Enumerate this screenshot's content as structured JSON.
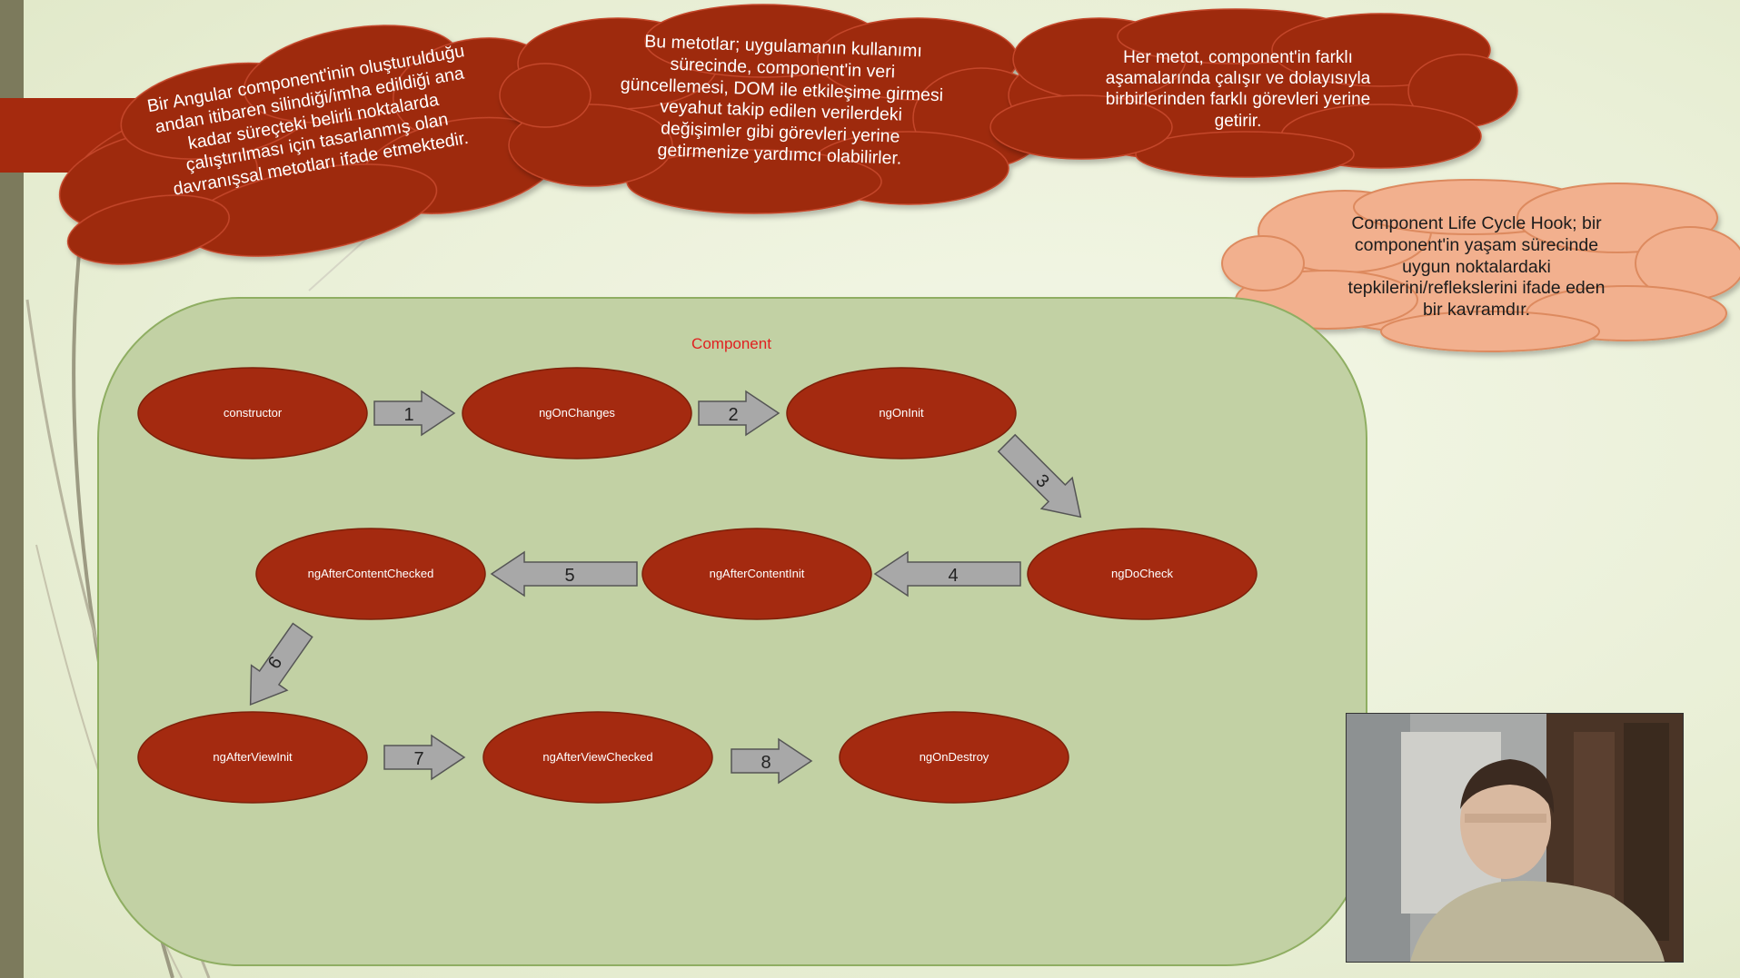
{
  "slide": {
    "clouds": [
      {
        "id": "intro",
        "lines": [
          "Bir Angular component'inin oluşturulduğu",
          "andan itibaren silindiği/imha edildiği ana",
          "kadar süreçteki belirli noktalarda",
          "çalıştırılması için tasarlanmış olan",
          "davranışsal metotları ifade etmektedir."
        ]
      },
      {
        "id": "purpose",
        "lines": [
          "Bu metotlar; uygulamanın kullanımı",
          "sürecinde, component'in veri",
          "güncellemesi, DOM ile etkileşime girmesi",
          "veyahut takip edilen verilerdeki",
          "değişimler gibi görevleri yerine",
          "getirmenize yardımcı olabilirler."
        ]
      },
      {
        "id": "phases",
        "lines": [
          "Her metot, component'in farklı",
          "aşamalarında çalışır ve dolayısıyla",
          "birbirlerinden farklı görevleri yerine",
          "getirir."
        ]
      },
      {
        "id": "definition",
        "lines": [
          "Component Life Cycle Hook; bir",
          "component'in yaşam sürecinde",
          "uygun noktalardaki",
          "tepkilerini/reflekslerini ifade eden",
          "bir kavramdır."
        ]
      }
    ],
    "component_label": "Component",
    "hooks": {
      "constructor": "constructor",
      "ngOnChanges": "ngOnChanges",
      "ngOnInit": "ngOnInit",
      "ngDoCheck": "ngDoCheck",
      "ngAfterContentInit": "ngAfterContentInit",
      "ngAfterContentChecked": "ngAfterContentChecked",
      "ngAfterViewInit": "ngAfterViewInit",
      "ngAfterViewChecked": "ngAfterViewChecked",
      "ngOnDestroy": "ngOnDestroy"
    },
    "arrow_labels": [
      "1",
      "2",
      "3",
      "4",
      "5",
      "6",
      "7",
      "8"
    ],
    "colors": {
      "node_fill": "#a42a10",
      "cloud_dark": "#9e2b10",
      "cloud_light": "#f2b08e",
      "panel_fill": "#c2d1a4",
      "panel_border": "#8fae62",
      "component_label": "#e02020",
      "arrow_fill": "#a8a8a8",
      "left_bar": "#7c7a5c",
      "red_band": "#a52a0e"
    }
  },
  "webcam": {
    "kind": "presenter-video"
  }
}
